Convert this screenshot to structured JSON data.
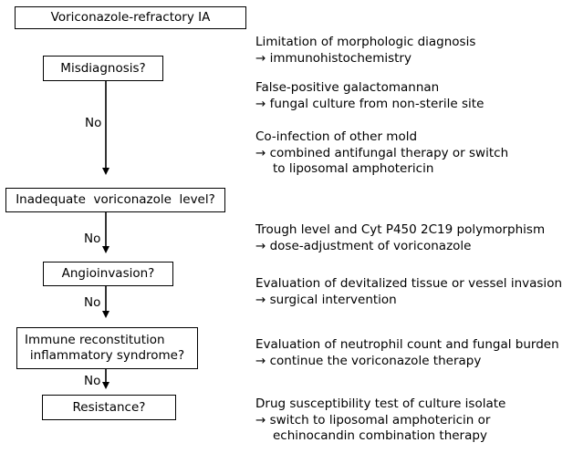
{
  "flow": {
    "start": "Voriconazole-refractory IA",
    "steps": [
      "Misdiagnosis?",
      "Inadequate  voriconazole  level?",
      "Angioinvasion?",
      [
        "Immune reconstitution",
        "inflammatory syndrome?"
      ],
      "Resistance?"
    ],
    "no_label": "No"
  },
  "notes": [
    [
      "Limitation of morphologic diagnosis",
      "→ immunohistochemistry"
    ],
    [
      "False-positive galactomannan",
      "→ fungal culture from non-sterile site"
    ],
    [
      "Co-infection of other mold",
      "→ combined antifungal therapy or switch",
      "to liposomal amphotericin"
    ],
    [
      "Trough level and Cyt P450 2C19 polymorphism",
      "→ dose-adjustment of voriconazole"
    ],
    [
      "Evaluation of devitalized tissue or vessel invasion",
      "→ surgical intervention"
    ],
    [
      "Evaluation of neutrophil count and fungal burden",
      "→ continue the voriconazole therapy"
    ],
    [
      "Drug susceptibility test of culture isolate",
      "→ switch to liposomal amphotericin or",
      "echinocandin combination therapy"
    ]
  ]
}
